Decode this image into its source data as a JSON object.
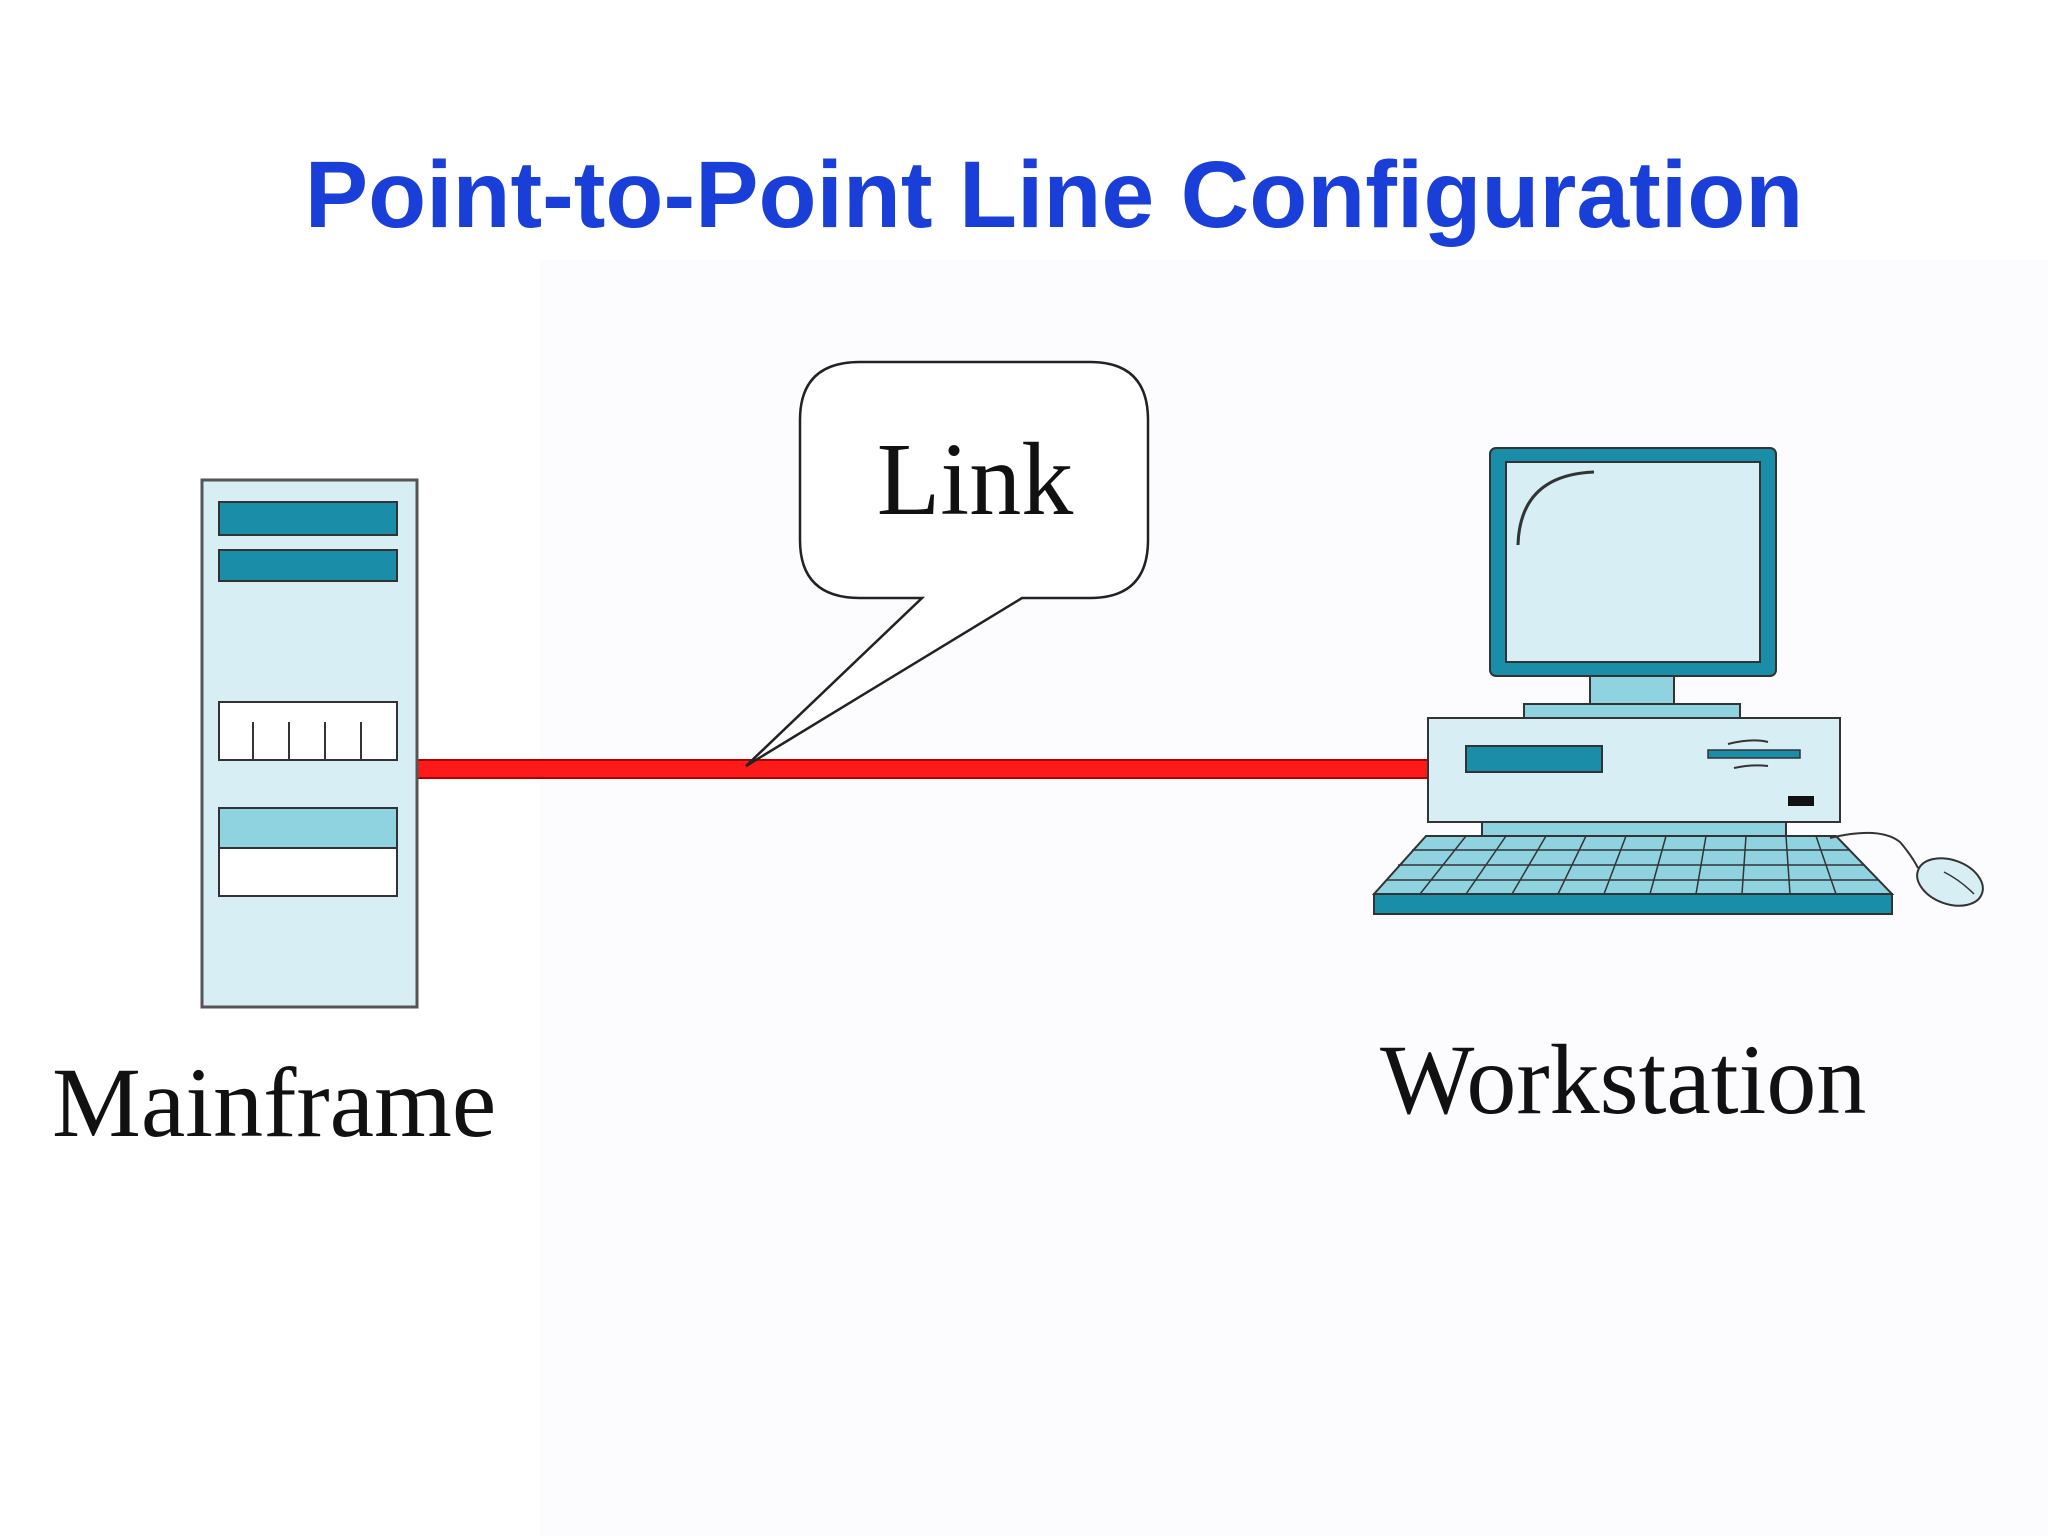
{
  "slide": {
    "title": "Point-to-Point Line Configuration",
    "title_color": "#1a3fd9"
  },
  "diagram": {
    "link_label": "Link",
    "link_color": "#ff1a1a",
    "device_fill": "#d6eef4",
    "device_accent": "#1a8ea8",
    "nodes": [
      {
        "id": "mainframe",
        "label": "Mainframe",
        "icon": "server-tower-icon"
      },
      {
        "id": "workstation",
        "label": "Workstation",
        "icon": "desktop-computer-icon"
      }
    ]
  }
}
